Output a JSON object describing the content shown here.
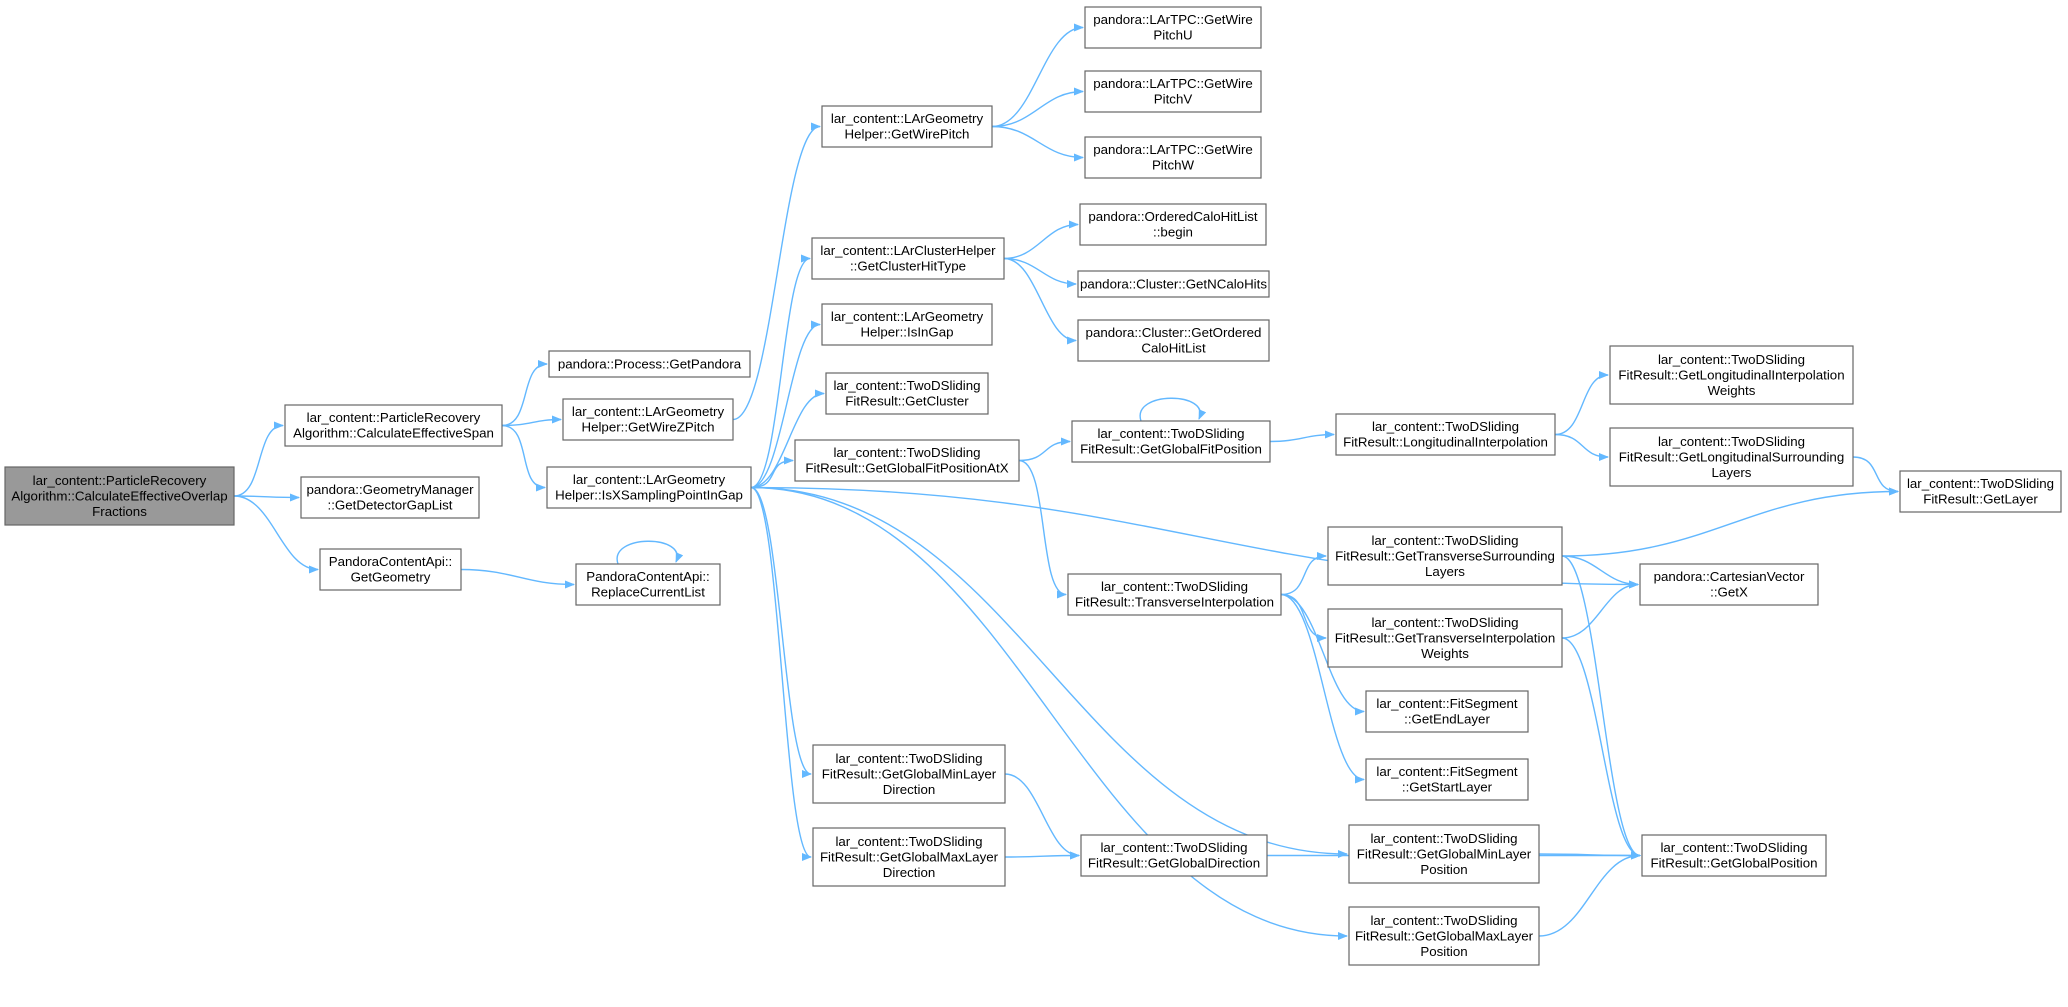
{
  "nodes": [
    {
      "id": "root",
      "lines": [
        "lar_content::ParticleRecovery",
        "Algorithm::CalculateEffectiveOverlap",
        "Fractions"
      ],
      "highlighted": true
    },
    {
      "id": "span",
      "lines": [
        "lar_content::ParticleRecovery",
        "Algorithm::CalculateEffectiveSpan"
      ]
    },
    {
      "id": "gaplist",
      "lines": [
        "pandora::GeometryManager",
        "::GetDetectorGapList"
      ]
    },
    {
      "id": "getgeom",
      "lines": [
        "PandoraContentApi::",
        "GetGeometry"
      ]
    },
    {
      "id": "getpandora",
      "lines": [
        "pandora::Process::GetPandora"
      ]
    },
    {
      "id": "wirezpitch",
      "lines": [
        "lar_content::LArGeometry",
        "Helper::GetWireZPitch"
      ]
    },
    {
      "id": "isxsampling",
      "lines": [
        "lar_content::LArGeometry",
        "Helper::IsXSamplingPointInGap"
      ]
    },
    {
      "id": "replacelist",
      "lines": [
        "PandoraContentApi::",
        "ReplaceCurrentList"
      ]
    },
    {
      "id": "wirepitch",
      "lines": [
        "lar_content::LArGeometry",
        "Helper::GetWirePitch"
      ]
    },
    {
      "id": "pitchu",
      "lines": [
        "pandora::LArTPC::GetWire",
        "PitchU"
      ]
    },
    {
      "id": "pitchv",
      "lines": [
        "pandora::LArTPC::GetWire",
        "PitchV"
      ]
    },
    {
      "id": "pitchw",
      "lines": [
        "pandora::LArTPC::GetWire",
        "PitchW"
      ]
    },
    {
      "id": "clusterhittype",
      "lines": [
        "lar_content::LArClusterHelper",
        "::GetClusterHitType"
      ]
    },
    {
      "id": "calobegin",
      "lines": [
        "pandora::OrderedCaloHitList",
        "::begin"
      ]
    },
    {
      "id": "ncalohits",
      "lines": [
        "pandora::Cluster::GetNCaloHits"
      ]
    },
    {
      "id": "orderedcalo",
      "lines": [
        "pandora::Cluster::GetOrdered",
        "CaloHitList"
      ]
    },
    {
      "id": "isingap",
      "lines": [
        "lar_content::LArGeometry",
        "Helper::IsInGap"
      ]
    },
    {
      "id": "getcluster",
      "lines": [
        "lar_content::TwoDSliding",
        "FitResult::GetCluster"
      ]
    },
    {
      "id": "globalfitposatx",
      "lines": [
        "lar_content::TwoDSliding",
        "FitResult::GetGlobalFitPositionAtX"
      ]
    },
    {
      "id": "globalfitpos",
      "lines": [
        "lar_content::TwoDSliding",
        "FitResult::GetGlobalFitPosition"
      ]
    },
    {
      "id": "longinterp",
      "lines": [
        "lar_content::TwoDSliding",
        "FitResult::LongitudinalInterpolation"
      ]
    },
    {
      "id": "longinterpweights",
      "lines": [
        "lar_content::TwoDSliding",
        "FitResult::GetLongitudinalInterpolation",
        "Weights"
      ]
    },
    {
      "id": "longsurrlayers",
      "lines": [
        "lar_content::TwoDSliding",
        "FitResult::GetLongitudinalSurrounding",
        "Layers"
      ]
    },
    {
      "id": "getlayer",
      "lines": [
        "lar_content::TwoDSliding",
        "FitResult::GetLayer"
      ]
    },
    {
      "id": "transinterp",
      "lines": [
        "lar_content::TwoDSliding",
        "FitResult::TransverseInterpolation"
      ]
    },
    {
      "id": "transsurrlayers",
      "lines": [
        "lar_content::TwoDSliding",
        "FitResult::GetTransverseSurrounding",
        "Layers"
      ]
    },
    {
      "id": "cartesiangetx",
      "lines": [
        "pandora::CartesianVector",
        "::GetX"
      ]
    },
    {
      "id": "transinterpweights",
      "lines": [
        "lar_content::TwoDSliding",
        "FitResult::GetTransverseInterpolation",
        "Weights"
      ]
    },
    {
      "id": "getendlayer",
      "lines": [
        "lar_content::FitSegment",
        "::GetEndLayer"
      ]
    },
    {
      "id": "getstartlayer",
      "lines": [
        "lar_content::FitSegment",
        "::GetStartLayer"
      ]
    },
    {
      "id": "minlayerdir",
      "lines": [
        "lar_content::TwoDSliding",
        "FitResult::GetGlobalMinLayer",
        "Direction"
      ]
    },
    {
      "id": "maxlayerdir",
      "lines": [
        "lar_content::TwoDSliding",
        "FitResult::GetGlobalMaxLayer",
        "Direction"
      ]
    },
    {
      "id": "globaldir",
      "lines": [
        "lar_content::TwoDSliding",
        "FitResult::GetGlobalDirection"
      ]
    },
    {
      "id": "minlayerpos",
      "lines": [
        "lar_content::TwoDSliding",
        "FitResult::GetGlobalMinLayer",
        "Position"
      ]
    },
    {
      "id": "maxlayerpos",
      "lines": [
        "lar_content::TwoDSliding",
        "FitResult::GetGlobalMaxLayer",
        "Position"
      ]
    },
    {
      "id": "globalpos",
      "lines": [
        "lar_content::TwoDSliding",
        "FitResult::GetGlobalPosition"
      ]
    }
  ],
  "edges": [
    [
      "root",
      "span"
    ],
    [
      "root",
      "gaplist"
    ],
    [
      "root",
      "getgeom"
    ],
    [
      "span",
      "getpandora"
    ],
    [
      "span",
      "wirezpitch"
    ],
    [
      "span",
      "isxsampling"
    ],
    [
      "getgeom",
      "replacelist"
    ],
    [
      "replacelist",
      "replacelist"
    ],
    [
      "wirezpitch",
      "wirepitch"
    ],
    [
      "wirepitch",
      "pitchu"
    ],
    [
      "wirepitch",
      "pitchv"
    ],
    [
      "wirepitch",
      "pitchw"
    ],
    [
      "isxsampling",
      "clusterhittype"
    ],
    [
      "isxsampling",
      "isingap"
    ],
    [
      "isxsampling",
      "getcluster"
    ],
    [
      "isxsampling",
      "globalfitposatx"
    ],
    [
      "isxsampling",
      "cartesiangetx"
    ],
    [
      "isxsampling",
      "minlayerdir"
    ],
    [
      "isxsampling",
      "maxlayerdir"
    ],
    [
      "isxsampling",
      "minlayerpos"
    ],
    [
      "isxsampling",
      "maxlayerpos"
    ],
    [
      "clusterhittype",
      "calobegin"
    ],
    [
      "clusterhittype",
      "ncalohits"
    ],
    [
      "clusterhittype",
      "orderedcalo"
    ],
    [
      "globalfitposatx",
      "globalfitpos"
    ],
    [
      "globalfitposatx",
      "transinterp"
    ],
    [
      "globalfitpos",
      "globalfitpos"
    ],
    [
      "globalfitpos",
      "longinterp"
    ],
    [
      "longinterp",
      "longinterpweights"
    ],
    [
      "longinterp",
      "longsurrlayers"
    ],
    [
      "longsurrlayers",
      "getlayer"
    ],
    [
      "transinterp",
      "transsurrlayers"
    ],
    [
      "transinterp",
      "transinterpweights"
    ],
    [
      "transinterp",
      "getendlayer"
    ],
    [
      "transinterp",
      "getstartlayer"
    ],
    [
      "transsurrlayers",
      "getlayer"
    ],
    [
      "transsurrlayers",
      "cartesiangetx"
    ],
    [
      "transsurrlayers",
      "globalpos"
    ],
    [
      "transinterpweights",
      "cartesiangetx"
    ],
    [
      "transinterpweights",
      "globalpos"
    ],
    [
      "minlayerdir",
      "globaldir"
    ],
    [
      "maxlayerdir",
      "globaldir"
    ],
    [
      "globaldir",
      "globalpos"
    ],
    [
      "minlayerpos",
      "globalpos"
    ],
    [
      "maxlayerpos",
      "globalpos"
    ]
  ]
}
